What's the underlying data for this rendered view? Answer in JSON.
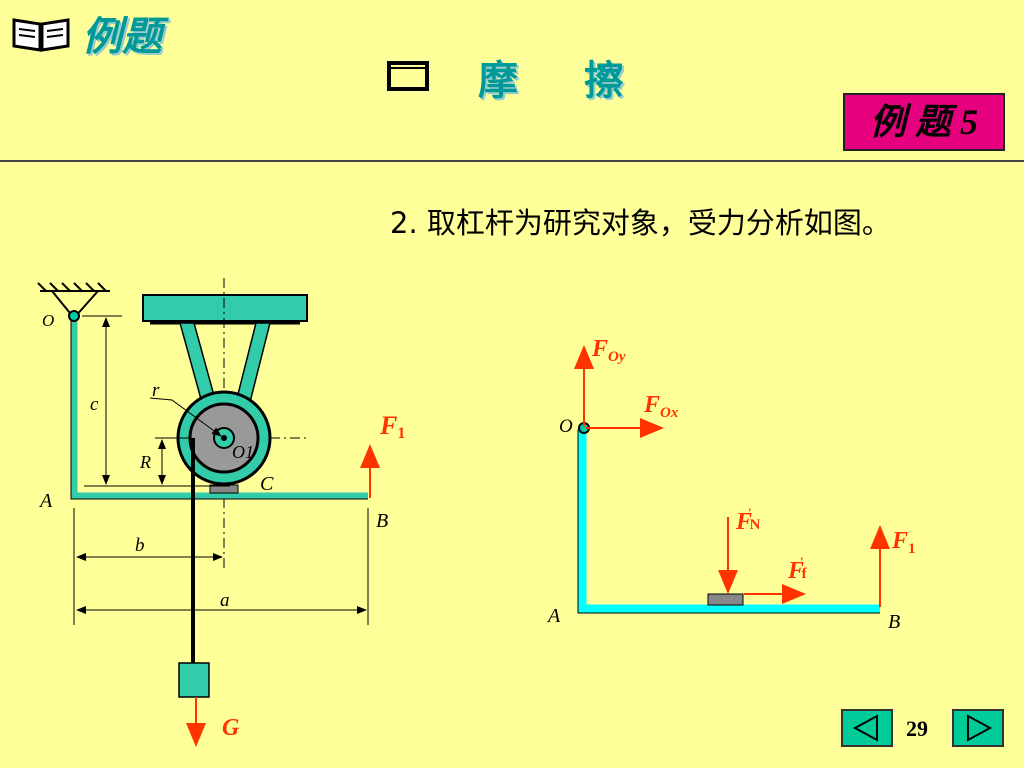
{
  "header": {
    "book_icon": "open-book-icon",
    "title": "例题",
    "topic": "摩 擦",
    "topic_icon": "square-outline-icon"
  },
  "badge": {
    "label": "例 题 5",
    "color": "#E6007E"
  },
  "step": "2. 取杠杆为研究对象，受力分析如图。",
  "colors": {
    "background": "#FFFF99",
    "lever": "#33CCAA",
    "lever_fbd": "#00FFFF",
    "force": "#FF3300",
    "title": "#009999"
  },
  "left_diagram": {
    "point_O": "O",
    "point_A": "A",
    "point_B": "B",
    "point_C": "C",
    "pulley_center": "O1",
    "dim_c": "c",
    "dim_r": "r",
    "dim_R": "R",
    "dim_b": "b",
    "dim_a": "a",
    "force_F1": "F",
    "force_F1_sub": "1",
    "weight_G": "G"
  },
  "right_diagram": {
    "point_O": "O",
    "point_A": "A",
    "point_B": "B",
    "force_FOy": "F",
    "force_FOy_sub": "Oy",
    "force_FOx": "F",
    "force_FOx_sub": "Ox",
    "force_FN": "F",
    "force_FN_sub": "N",
    "force_Ff": "F",
    "force_Ff_sub": "f",
    "force_F1": "F",
    "force_F1_sub": "1"
  },
  "navigation": {
    "prev_icon": "triangle-left-icon",
    "next_icon": "triangle-right-icon",
    "page": "29"
  }
}
